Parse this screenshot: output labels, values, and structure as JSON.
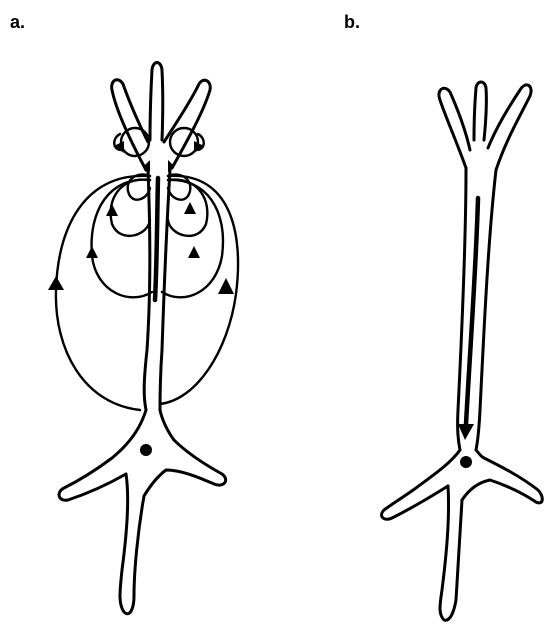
{
  "panels": [
    {
      "id": "a",
      "label": "a."
    },
    {
      "id": "b",
      "label": "b."
    }
  ],
  "colors": {
    "background": "#ffffff",
    "ink": "#000000"
  }
}
